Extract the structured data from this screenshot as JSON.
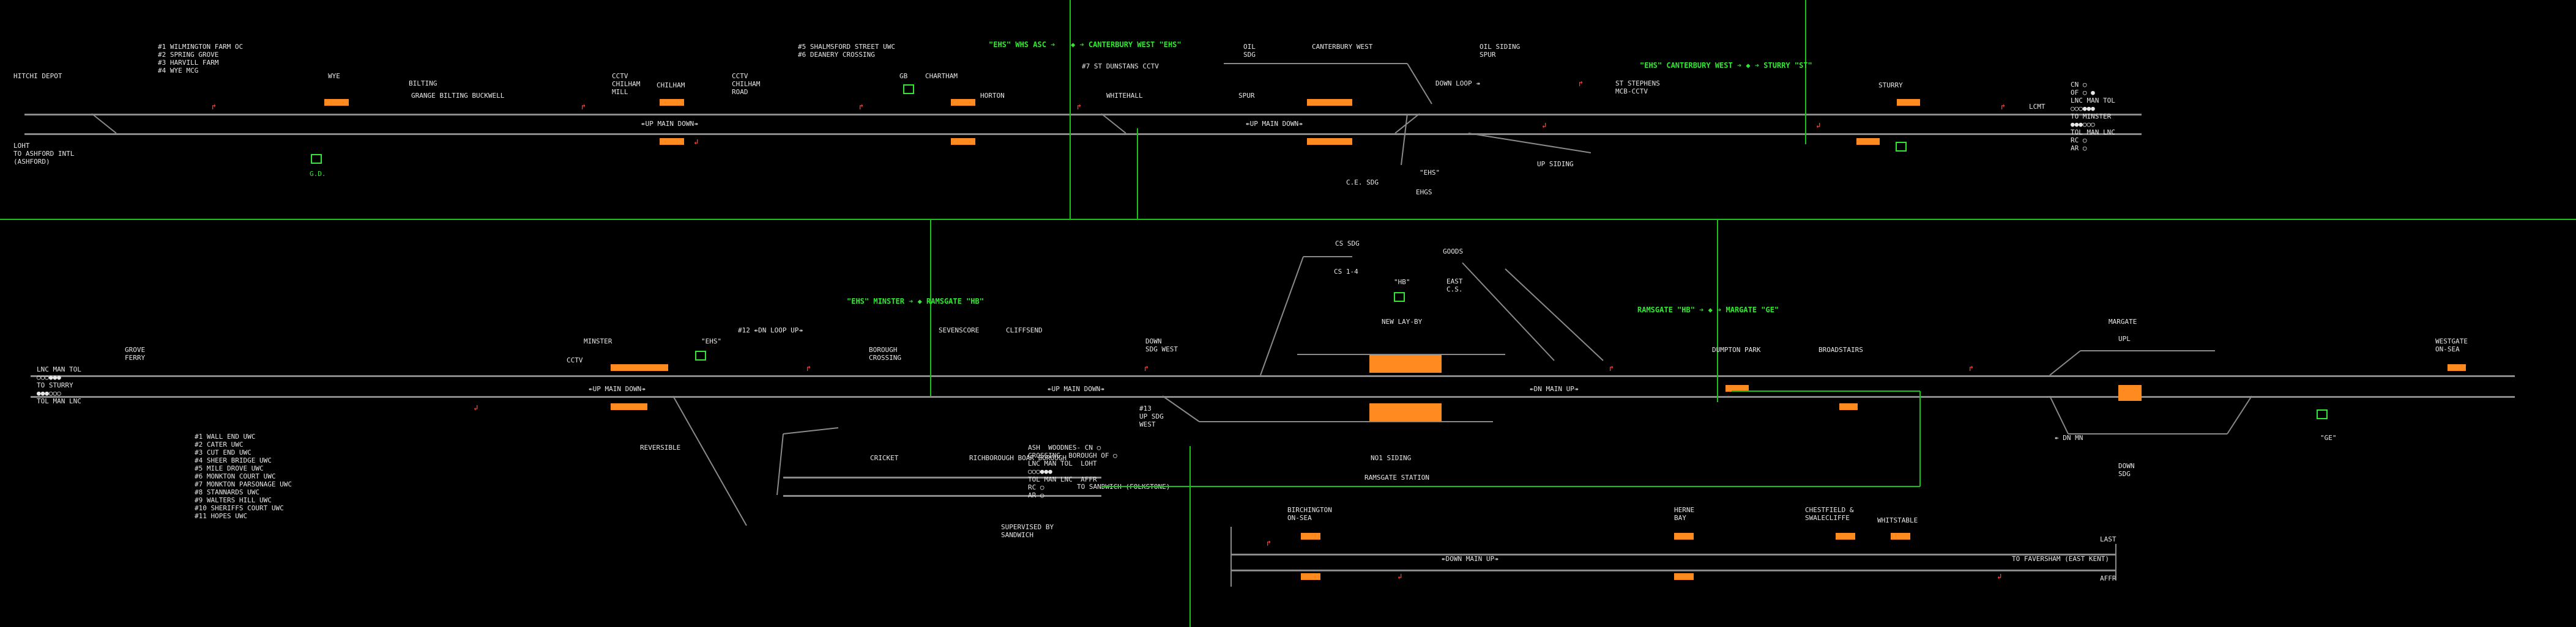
{
  "colors": {
    "background": "#000000",
    "track": "#8a8a8a",
    "occupied": "#ff8a1f",
    "signal_red": "#ff3b30",
    "route_green": "#33e633",
    "text": "#e6e6e6"
  },
  "top": {
    "stations": {
      "hitchin_depot": "HITCHI DEPOT",
      "wye": "WYE",
      "bilting": "BILTING",
      "grange_bilting": "GRANGE BILTING BUCKWELL",
      "cctv_chilham_mill": "CCTV\nCHILHAM\nMILL",
      "chilham": "CHILHAM",
      "cctv_chilham_road": "CCTV\nCHILHAM\nROAD",
      "chartham": "CHARTHAM",
      "horton": "HORTON",
      "whitehall": "WHITEHALL",
      "spur": "SPUR",
      "oil_sdg": "OIL\nSDG",
      "canterbury_west": "CANTERBURY WEST",
      "oil_siding_spur": "OIL SIDING\nSPUR",
      "st_stephens": "ST STEPHENS\nMCB-CCTV",
      "sturry": "STURRY",
      "lcmt": "LCMT",
      "ce_sdg": "C.E. SDG",
      "up_siding": "UP SIDING",
      "gb": "GB"
    },
    "notes_wilmington": "#1 WILMINGTON FARM OC\n#2 SPRING GROVE\n#3 HARVILL FARM\n#4 WYE MCG",
    "notes_shalmsford": "#5 SHALMSFORD STREET UWC\n#6 DEANERY CROSSING",
    "dunstans": "#7 ST DUNSTANS CCTV",
    "to_ashford": "LOHT\nTO ASHFORD INTL\n(ASHFORD)",
    "to_minster": "CN ○\nOF ○ ●\nLNC MAN TOL\n○○○●●●\nTO MINSTER\n●●●○○○\nTOL MAN LNC\nRC ○\nAR ○",
    "up_main_down_1": "↞UP MAIN DOWN↠",
    "up_main_down_2": "↞UP MAIN DOWN↠",
    "down_loop": "DOWN LOOP ↠",
    "gd": "G.D.",
    "routes": {
      "r1": "\"EHS\" WHS ASC ➔",
      "r2": "◆ ➔ CANTERBURY WEST \"EHS\"",
      "r3": "\"EHS\" CANTERBURY WEST ➔ ◆ ➔ STURRY \"ST\"",
      "ehs1": "\"EHS\"",
      "ehs2": "EHGS"
    }
  },
  "bottom": {
    "stations": {
      "grove_ferry": "GROVE\nFERRY",
      "minster": "MINSTER",
      "cctv": "CCTV",
      "ehs": "\"EHS\"",
      "dn_loop_up": "#12 ↞DN LOOP UP↠",
      "bonds_crossing": "BOROUGH\nCROSSING",
      "sevenscore": "SEVENSCORE",
      "cliffsend": "CLIFFSEND",
      "down_sdg_west": "DOWN\nSDG WEST",
      "cs_sdg": "CS SDG",
      "cs_1_4": "CS 1-4",
      "goods": "GOODS",
      "hb": "\"HB\"",
      "east_cs": "EAST\nC.S.",
      "new_lay_by": "NEW LAY-BY",
      "dumpton_park": "DUMPTON PARK",
      "broadstairs": "BROADSTAIRS",
      "margate": "MARGATE",
      "westgate": "WESTGATE\nON-SEA",
      "up_sdg_west": "#13\nUP SDG\nWEST",
      "ramsgate_station": "RAMSGATE STATION",
      "no1_siding": "NO1 SIDING",
      "reversible": "REVERSIBLE",
      "cricket": "CRICKET",
      "richborough": "RICHBOROUGH BOAR BOROUGH",
      "to_sandwich": "TO SANDWICH (FOLKSTONE)",
      "supervised": "SUPERVISED BY\nSANDWICH",
      "birchington": "BIRCHINGTON\nON-SEA",
      "herne_bay": "HERNE\nBAY",
      "chestfield": "CHESTFIELD &\nSWALECLIFFE",
      "whitstable": "WHITSTABLE",
      "to_faversham": "TO FAVERSHAM (EAST KENT)",
      "last": "LAST",
      "affr": "AFFR",
      "down_main_up_bottom": "↞DOWN MAIN UP↠",
      "dn_main_up": "↞DN MAIN UP↠",
      "up_main_down": "↞UP MAIN DOWN↠",
      "up_main_down2": "↞UP MAIN DOWN↠",
      "down_sdg": "DOWN\nSDG",
      "upl": "UPL",
      "dn_mn": "↞ DN MN",
      "gz": "\"GE\""
    },
    "notes_uwc": "#1 WALL END UWC\n#2 CATER UWC\n#3 CUT END UWC\n#4 SHEER BRIDGE UWC\n#5 MILE DROVE UWC\n#6 MONKTON COURT UWC\n#7 MONKTON PARSONAGE UWC\n#8 STANNARDS UWC\n#9 WALTERS HILL UWC\n#10 SHERIFFS COURT UWC\n#11 HOPES UWC",
    "to_sturry": "LNC MAN TOL\n○○○●●●\nTO STURRY\n●●●○○○\nTOL MAN LNC",
    "sandwich_block": "ASH  WOODNES- CN ○\nCROSSING  BOROUGH OF ○\nLNC MAN TOL  LOHT\n○○○●●●\nTOL MAN LNC  AFFR\nRC ○\nAR ○",
    "routes": {
      "r4": "\"EHS\" MINSTER ➔ ◆ RAMSGATE \"HB\"",
      "r5": "RAMSGATE \"HB\" ➔ ◆ ➔ MARGATE \"GE\""
    }
  }
}
